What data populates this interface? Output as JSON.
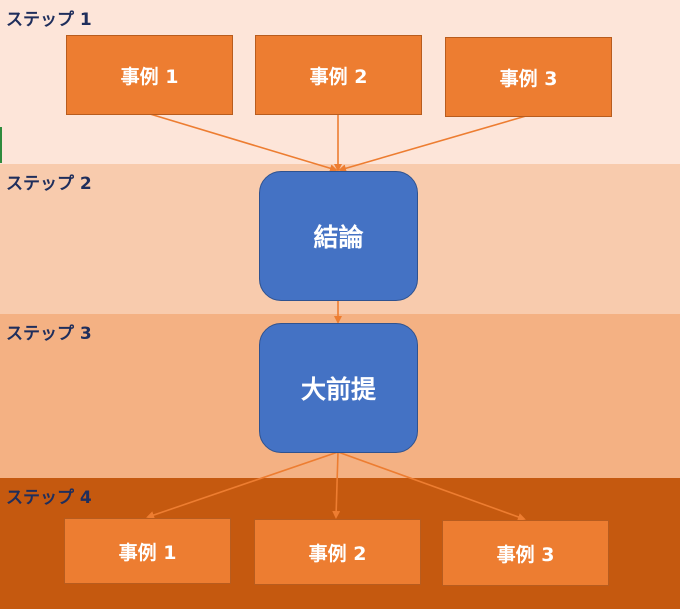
{
  "steps": [
    {
      "label": "ステップ 1"
    },
    {
      "label": "ステップ 2"
    },
    {
      "label": "ステップ 3"
    },
    {
      "label": "ステップ 4"
    }
  ],
  "top_cases": [
    "事例 1",
    "事例 2",
    "事例 3"
  ],
  "conclusion": "結論",
  "major_premise": "大前提",
  "bottom_cases": [
    "事例 1",
    "事例 2",
    "事例 3"
  ],
  "colors": {
    "step1_bg": "#fde5d9",
    "step2_bg": "#f8cbad",
    "step3_bg": "#f4b183",
    "step4_bg": "#c5590f",
    "case_fill": "#ed7d31",
    "node_fill": "#4472c4",
    "arrow": "#ed7d31"
  }
}
